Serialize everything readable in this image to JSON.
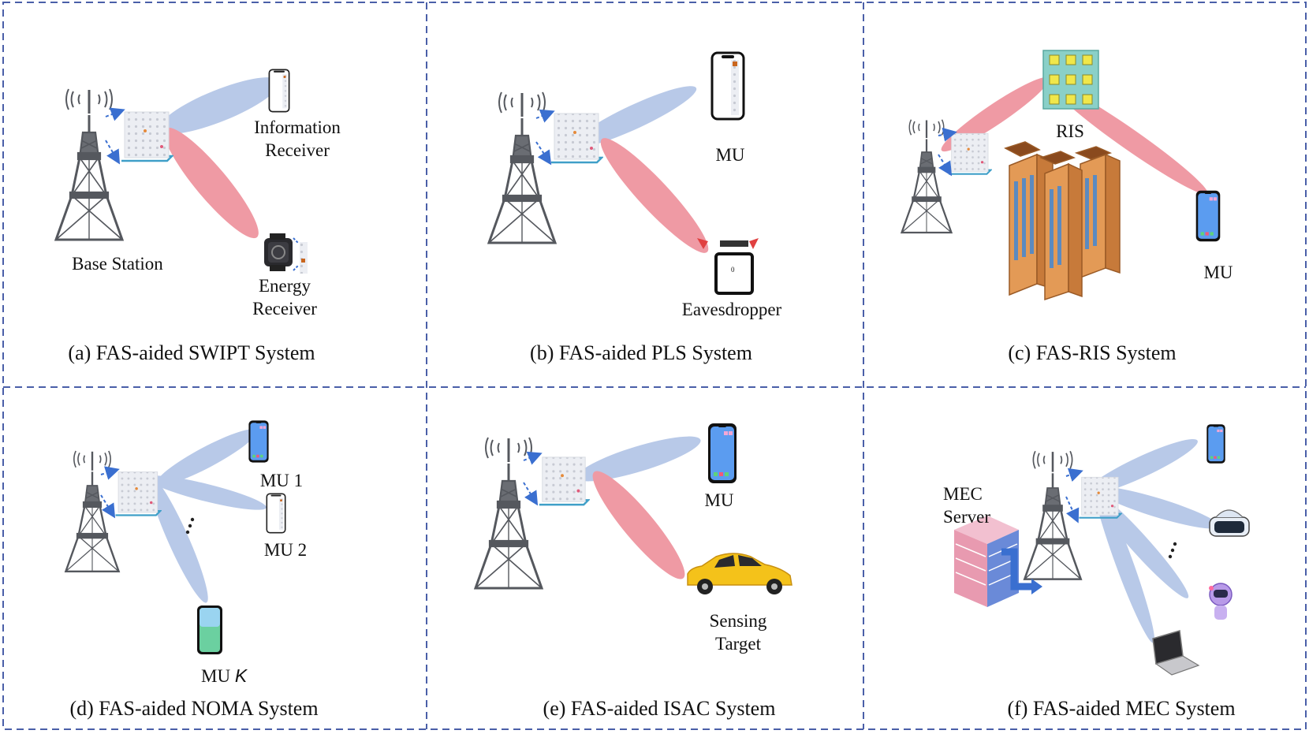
{
  "colors": {
    "divider": "#4a5fa8",
    "beam_blue": "#b8c9e8",
    "beam_red": "#ef9aa4",
    "tower": "#55585e",
    "antenna_panel": "#e9ebf0",
    "antenna_frame": "#3f9fc8",
    "arrow": "#3a6fd0",
    "ris_panel": "#8ad0c8",
    "ris_cell": "#f0e74a",
    "building": "#e39a56",
    "car": "#f4c21a",
    "phone_blue": "#5b9cf0",
    "server": "#e89ab0"
  },
  "panels": {
    "a": {
      "caption": "(a) FAS-aided SWIPT System",
      "base_station": "Base Station",
      "info_receiver_line1": "Information",
      "info_receiver_line2": "Receiver",
      "energy_receiver_line1": "Energy",
      "energy_receiver_line2": "Receiver"
    },
    "b": {
      "caption": "(b) FAS-aided PLS System",
      "mu": "MU",
      "eavesdropper": "Eavesdropper"
    },
    "c": {
      "caption": "(c) FAS-RIS System",
      "ris": "RIS",
      "mu": "MU"
    },
    "d": {
      "caption": "(d) FAS-aided NOMA System",
      "mu1": "MU 1",
      "mu2": "MU 2",
      "muk_prefix": "MU",
      "muk_var": "K"
    },
    "e": {
      "caption": "(e) FAS-aided ISAC System",
      "mu": "MU",
      "target_line1": "Sensing",
      "target_line2": "Target"
    },
    "f": {
      "caption": "(f) FAS-aided MEC System",
      "mec_line1": "MEC",
      "mec_line2": "Server"
    }
  }
}
